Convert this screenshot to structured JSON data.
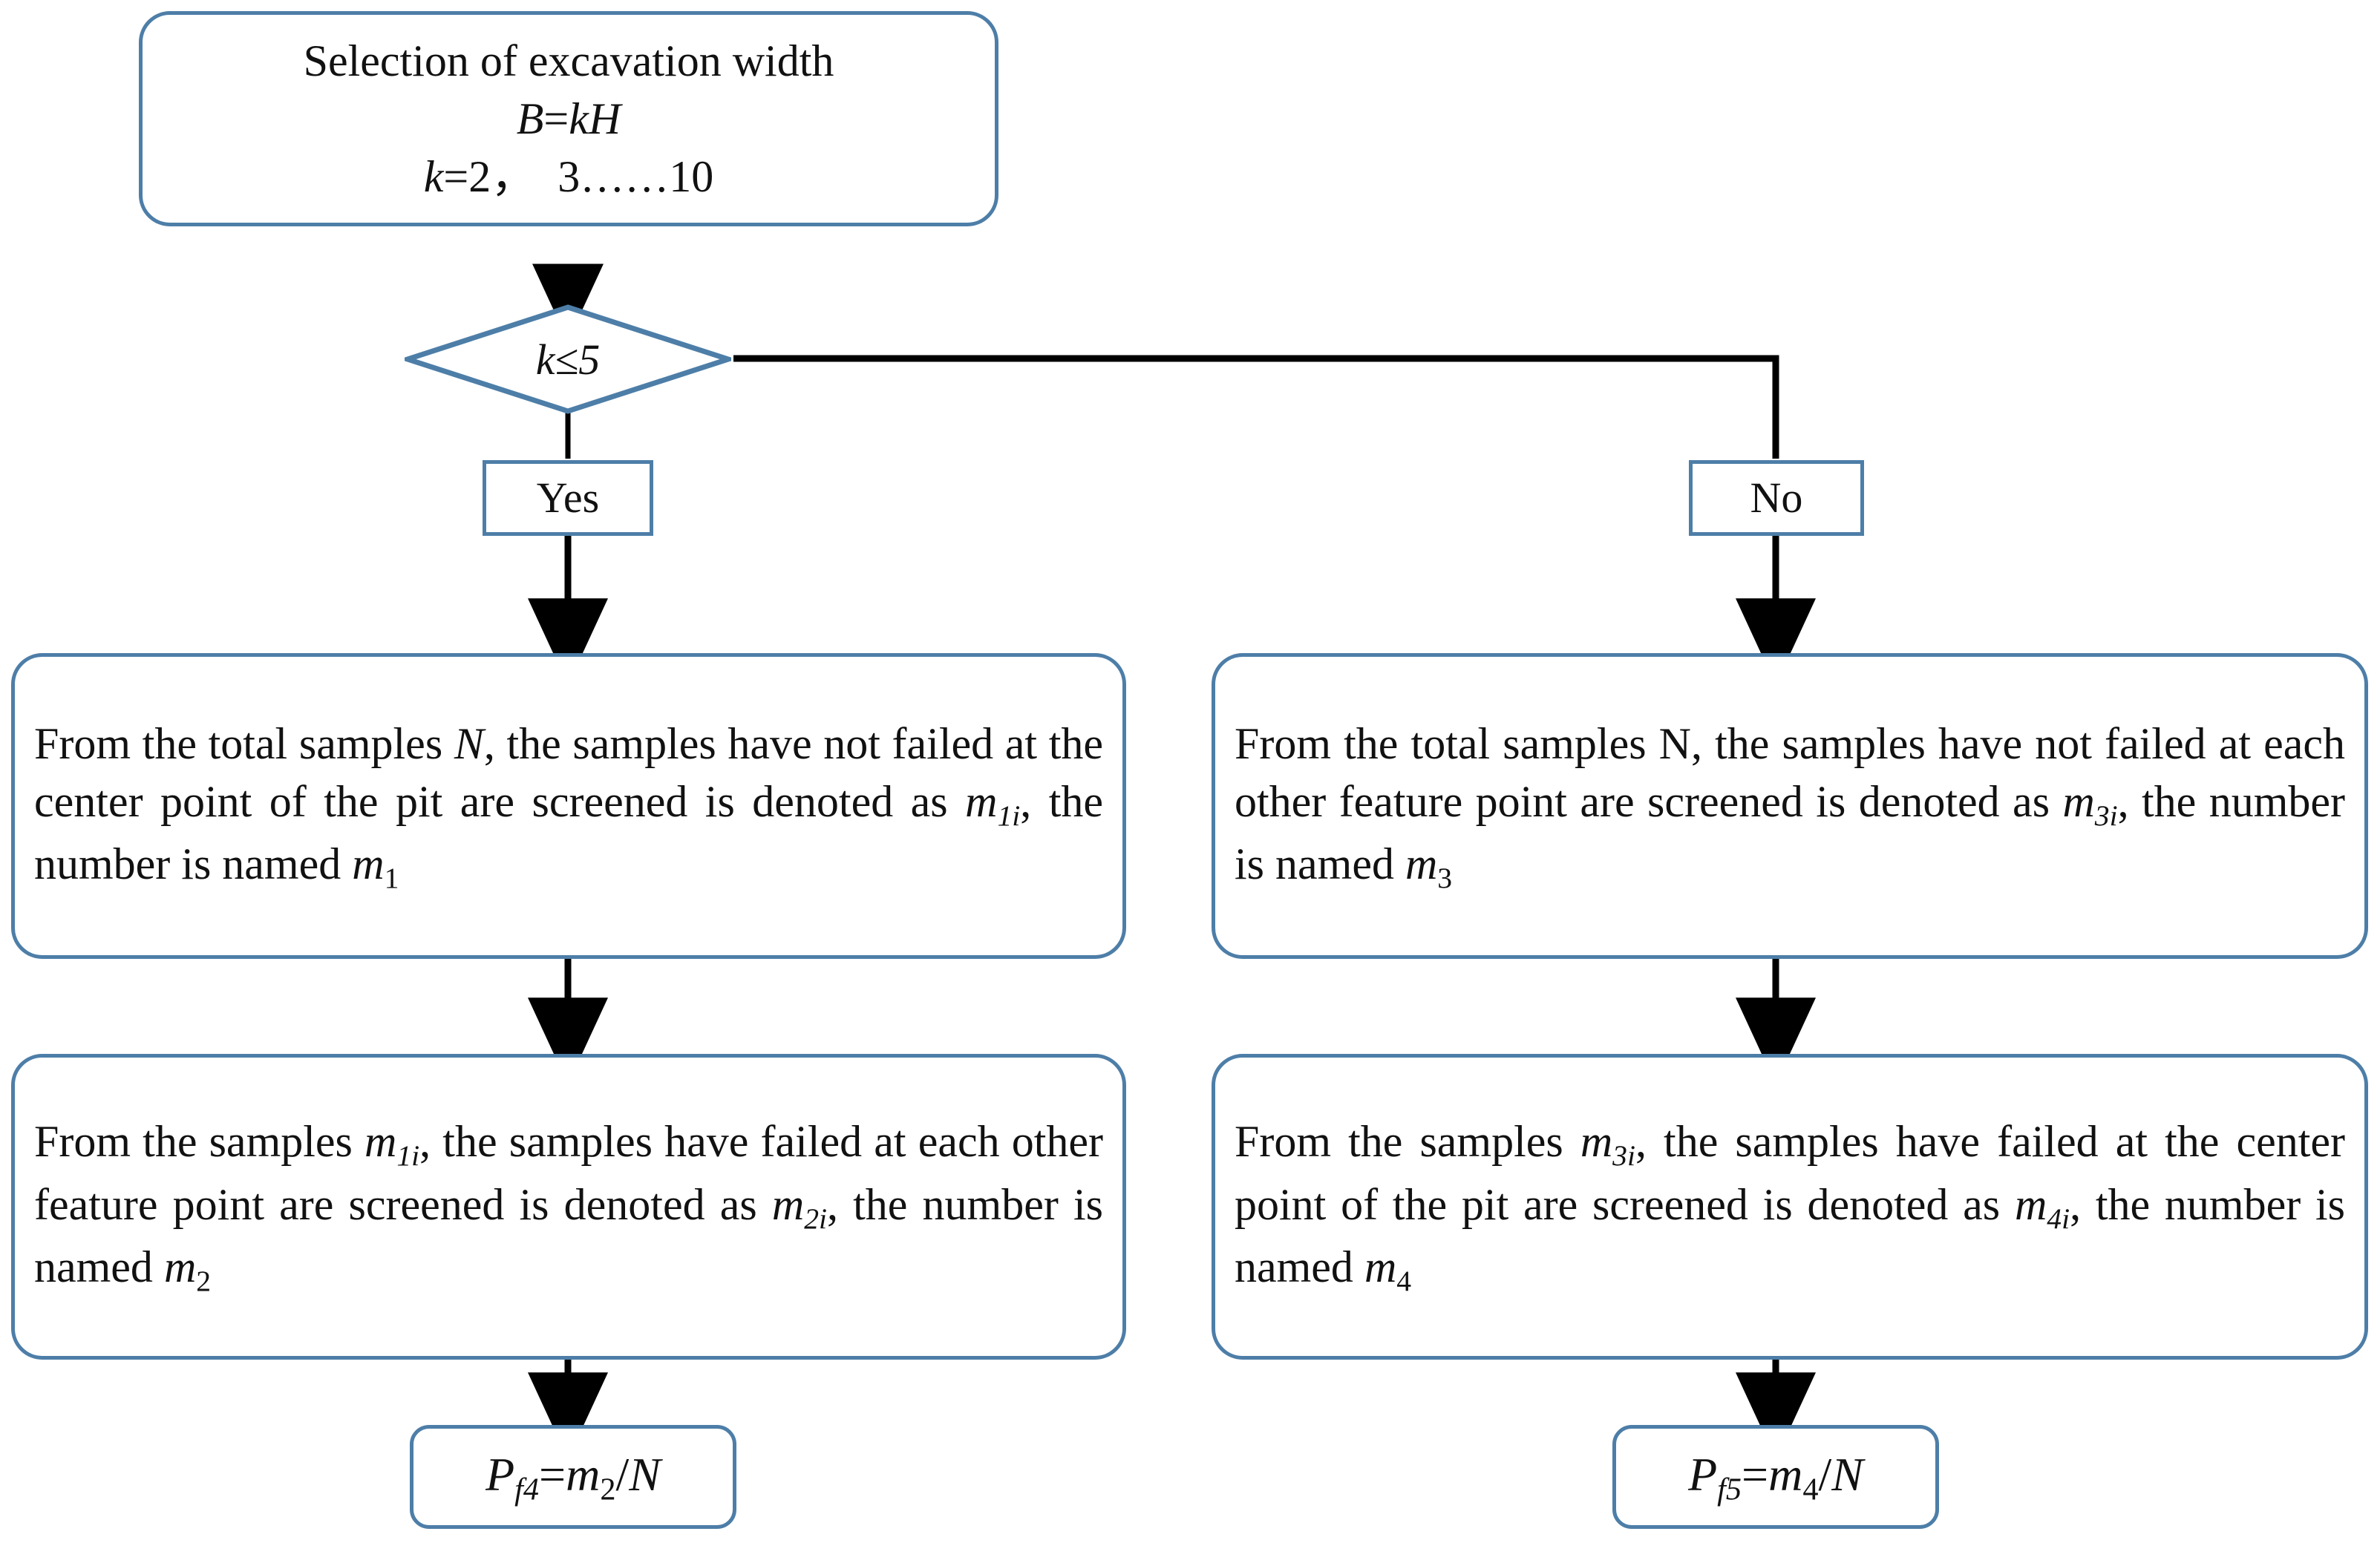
{
  "diagram": {
    "type": "flowchart",
    "title": "Excavation width selection and failure probability flowchart",
    "accent_color": "#4d7ea8",
    "line_color": "#000000",
    "background": "#ffffff"
  },
  "nodes": {
    "start": {
      "shape": "rounded-rectangle",
      "line1": "Selection of excavation width",
      "line2": "B=kH",
      "line3": "k=2，3……10"
    },
    "decision": {
      "shape": "diamond",
      "label": "k≤5"
    },
    "yes_label": {
      "shape": "rectangle",
      "label": "Yes"
    },
    "no_label": {
      "shape": "rectangle",
      "label": "No"
    },
    "left_step1": {
      "shape": "rounded-rectangle",
      "text": "From the total samples N, the samples have not failed at the center point of the pit are screened is denoted as m1i, the number is named m1"
    },
    "right_step1": {
      "shape": "rounded-rectangle",
      "text": "From the total samples N, the samples have not failed at each other feature point are screened is denoted as m3i, the number is named m3"
    },
    "left_step2": {
      "shape": "rounded-rectangle",
      "text": "From the samples m1i, the samples have failed at each other feature point are screened is denoted as m2i, the number is named m2"
    },
    "right_step2": {
      "shape": "rounded-rectangle",
      "text": "From the samples m3i, the samples have failed at the center point of the pit are screened is denoted as m4i, the number is named m4"
    },
    "left_result": {
      "shape": "rounded-rectangle",
      "label": "Pf4=m2/N"
    },
    "right_result": {
      "shape": "rounded-rectangle",
      "label": "Pf5=m4/N"
    }
  },
  "edges": [
    {
      "from": "start",
      "to": "decision",
      "label": ""
    },
    {
      "from": "decision",
      "to": "yes_label",
      "label": "Yes",
      "direction": "down"
    },
    {
      "from": "decision",
      "to": "no_label",
      "label": "No",
      "direction": "right-then-down"
    },
    {
      "from": "yes_label",
      "to": "left_step1",
      "label": ""
    },
    {
      "from": "no_label",
      "to": "right_step1",
      "label": ""
    },
    {
      "from": "left_step1",
      "to": "left_step2",
      "label": ""
    },
    {
      "from": "right_step1",
      "to": "right_step2",
      "label": ""
    },
    {
      "from": "left_step2",
      "to": "left_result",
      "label": ""
    },
    {
      "from": "right_step2",
      "to": "right_result",
      "label": ""
    }
  ]
}
